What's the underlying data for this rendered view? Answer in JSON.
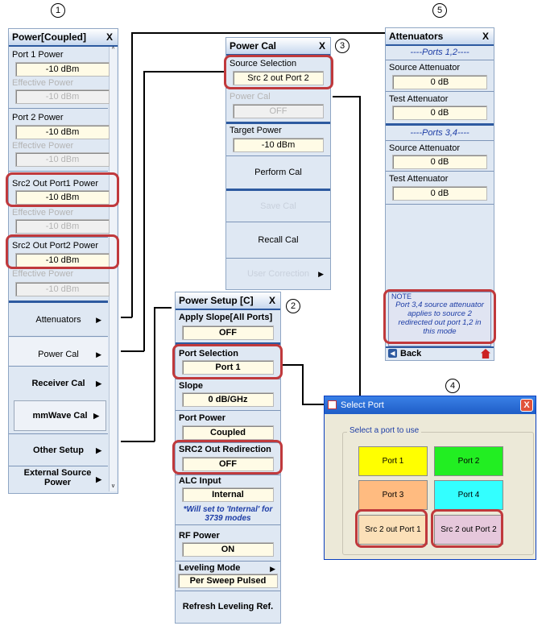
{
  "callouts": [
    "1",
    "2",
    "3",
    "4",
    "5"
  ],
  "panel1": {
    "title": "Power[Coupled]",
    "close": "X",
    "fields": [
      {
        "label": "Port 1 Power",
        "value": "-10 dBm",
        "dim": false
      },
      {
        "label": "Effective Power",
        "value": "-10 dBm",
        "dim": true
      },
      {
        "label": "Port 2 Power",
        "value": "-10 dBm",
        "dim": false
      },
      {
        "label": "Effective Power",
        "value": "-10 dBm",
        "dim": true
      },
      {
        "label": "Src2 Out Port1 Power",
        "value": "-10 dBm",
        "dim": false
      },
      {
        "label": "Effective Power",
        "value": "-10 dBm",
        "dim": true
      },
      {
        "label": "Src2 Out Port2 Power",
        "value": "-10 dBm",
        "dim": false
      },
      {
        "label": "Effective Power",
        "value": "-10 dBm",
        "dim": true
      }
    ],
    "buttons": [
      "Attenuators",
      "Power Cal",
      "Receiver Cal",
      "mmWave Cal",
      "Other Setup",
      "External Source Power"
    ]
  },
  "panel2": {
    "title": "Power Setup [C]",
    "close": "X",
    "apply_slope_label": "Apply Slope[All Ports]",
    "apply_slope_value": "OFF",
    "port_selection_label": "Port Selection",
    "port_selection_value": "Port 1",
    "slope_label": "Slope",
    "slope_value": "0  dB/GHz",
    "port_power_label": "Port Power",
    "port_power_value": "Coupled",
    "src2_label": "SRC2 Out Redirection",
    "src2_value": "OFF",
    "alc_label": "ALC Input",
    "alc_value": "Internal",
    "alc_note": "*Will set to 'Internal' for 3739 modes",
    "rf_label": "RF Power",
    "rf_value": "ON",
    "leveling_label": "Leveling Mode",
    "leveling_value": "Per Sweep Pulsed",
    "refresh": "Refresh Leveling Ref."
  },
  "panel3": {
    "title": "Power Cal",
    "close": "X",
    "source_label": "Source Selection",
    "source_value": "Src 2 out Port 2",
    "powercal_label": "Power Cal",
    "powercal_value": "OFF",
    "target_label": "Target Power",
    "target_value": "-10 dBm",
    "perform": "Perform Cal",
    "save": "Save Cal",
    "recall": "Recall Cal",
    "user_correction": "User Correction"
  },
  "panel4": {
    "title": "Select Port",
    "close": "X",
    "group": "Select a port to use",
    "ports": [
      {
        "label": "Port 1",
        "color": "#ffff00"
      },
      {
        "label": "Port 2",
        "color": "#22ee22"
      },
      {
        "label": "Port 3",
        "color": "#ffbb80"
      },
      {
        "label": "Port 4",
        "color": "#33ffff"
      },
      {
        "label": "Src 2 out Port 1",
        "color": "#fbe0b8"
      },
      {
        "label": "Src 2 out Port 2",
        "color": "#e6c8dc"
      }
    ]
  },
  "panel5": {
    "title": "Attenuators",
    "close": "X",
    "group1": "----Ports 1,2----",
    "src_att1_label": "Source Attenuator",
    "src_att1_value": "0 dB",
    "test_att1_label": "Test Attenuator",
    "test_att1_value": "0 dB",
    "group2": "----Ports 3,4----",
    "src_att2_label": "Source Attenuator",
    "src_att2_value": "0 dB",
    "test_att2_label": "Test Attenuator",
    "test_att2_value": "0 dB",
    "note_title": "NOTE",
    "note_text": "Port 3,4 source attenuator applies to source 2 redirected out port 1,2 in this mode",
    "back": "Back"
  }
}
